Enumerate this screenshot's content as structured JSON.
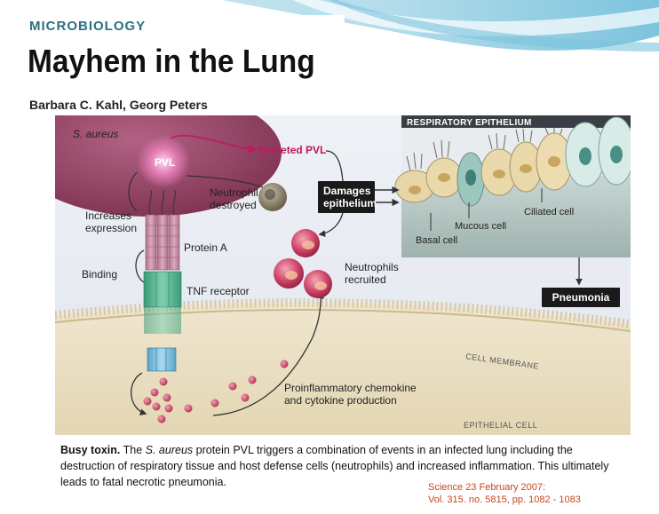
{
  "header": {
    "section": "MICROBIOLOGY",
    "title": "Mayhem in the Lung",
    "authors": "Barbara C. Kahl, Georg Peters"
  },
  "diagram": {
    "organism": "S. aureus",
    "pvl": "PVL",
    "secreted_pvl": "Secreted PVL",
    "neutrophil_destroyed": [
      "Neutrophil",
      "destroyed"
    ],
    "increases_expression": [
      "Increases",
      "expression"
    ],
    "damages_epithelium": [
      "Damages",
      "epithelium"
    ],
    "protein_a": "Protein A",
    "binding": "Binding",
    "tnf_receptor": "TNF receptor",
    "neutrophils_recruited": [
      "Neutrophils",
      "recruited"
    ],
    "respiratory_epithelium": "RESPIRATORY EPITHELIUM",
    "ciliated_cell": "Ciliated cell",
    "mucous_cell": "Mucous cell",
    "basal_cell": "Basal cell",
    "pneumonia": "Pneumonia",
    "cell_membrane": "CELL MEMBRANE",
    "proinflammatory": [
      "Proinflammatory chemokine",
      "and cytokine production"
    ],
    "epithelial_cell": "EPITHELIAL CELL"
  },
  "caption": {
    "lead": "Busy toxin.",
    "part1": " The ",
    "species": "S. aureus",
    "part2": " protein PVL triggers a combination of events in an infected lung including the destruction of respiratory tissue and host defense cells (neutrophils) and increased inflammation. This ultimately leads to fatal necrotic pneumonia."
  },
  "citation": {
    "line1": "Science 23 February 2007:",
    "line2": "Vol. 315. no. 5815, pp. 1082 - 1083"
  },
  "colors": {
    "accent_teal": "#2c6f82",
    "bacterium": "#8e3d5c",
    "pvl_glow": "#d65a9a",
    "secreted_pvl": "#c2185b",
    "citation": "#c8461c",
    "receptor_green": "#4fae8c",
    "protein_a_pink": "#c98aa0"
  }
}
